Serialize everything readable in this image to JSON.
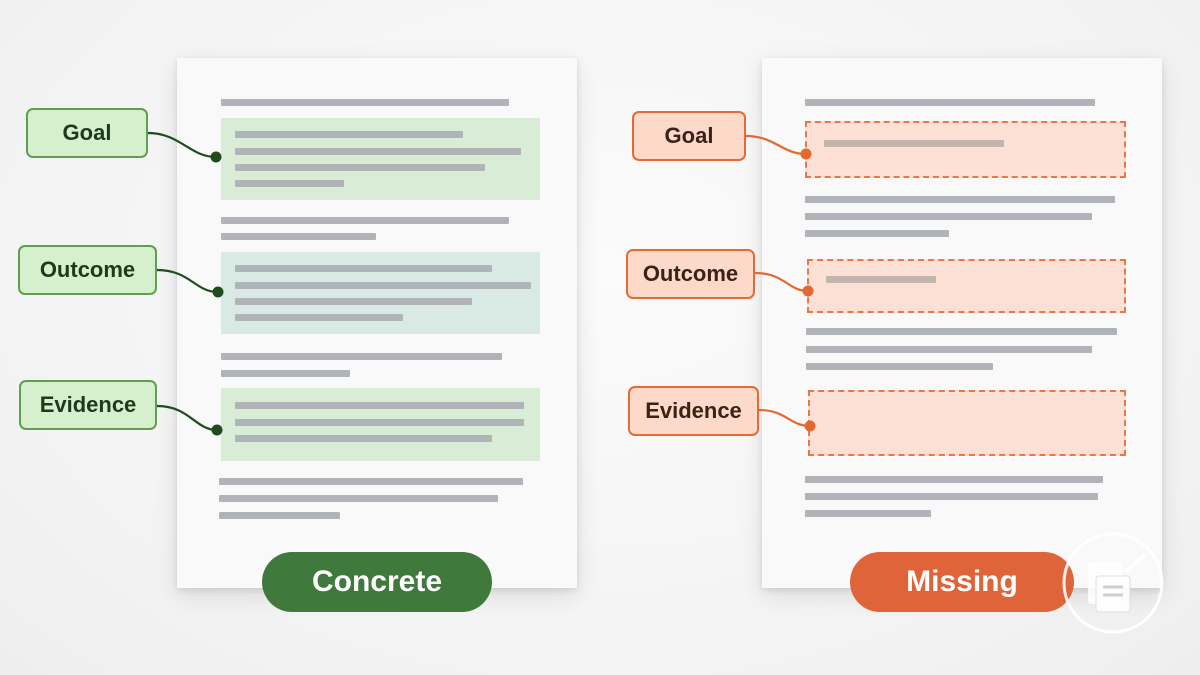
{
  "left_panel": {
    "tags": {
      "goal": "Goal",
      "outcome": "Outcome",
      "evidence": "Evidence"
    },
    "status_label": "Concrete"
  },
  "right_panel": {
    "tags": {
      "goal": "Goal",
      "outcome": "Outcome",
      "evidence": "Evidence"
    },
    "status_label": "Missing"
  },
  "colors": {
    "concrete_accent": "#3f7a3c",
    "concrete_tag_border": "#5ea04f",
    "missing_accent": "#e0643a",
    "missing_tag_border": "#e56a35",
    "placeholder_line": "#b0b4b9"
  }
}
